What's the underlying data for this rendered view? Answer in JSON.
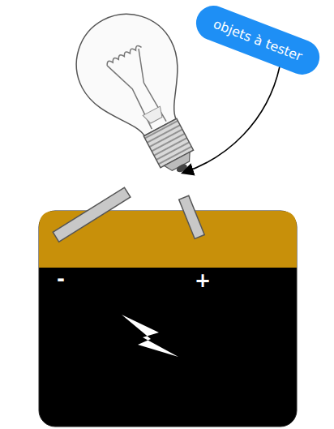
{
  "diagram": {
    "nodes": [
      {
        "text": [
          "objets à tester"
        ]
      }
    ],
    "labels": [
      "-",
      "+"
    ]
  }
}
